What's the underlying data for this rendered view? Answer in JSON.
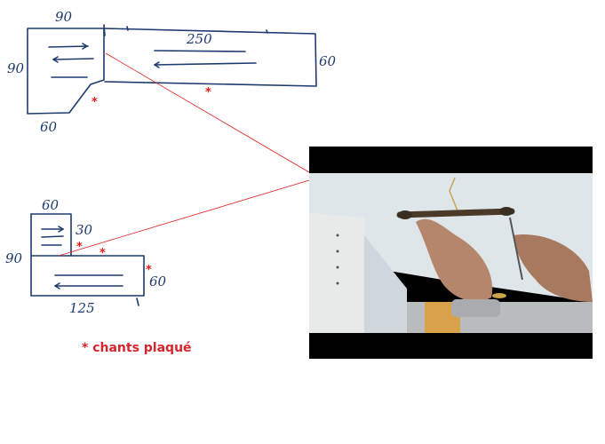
{
  "diagram": {
    "top_shape": {
      "dim_top_left": "90",
      "dim_left": "90",
      "dim_bottom_left": "60",
      "dim_top_right": "250",
      "dim_right": "60"
    },
    "bottom_shape": {
      "dim_top": "60",
      "dim_notch": "30",
      "dim_left": "90",
      "dim_right": "60",
      "dim_bottom": "125"
    },
    "star_symbol": "*"
  },
  "legend": {
    "text": "* chants plaqué"
  },
  "colors": {
    "ink": "#1e3a6e",
    "accent": "#e21b1b",
    "connector": "#e02020",
    "legend": "#d8252d"
  },
  "video": {
    "description_icon": "video-frame"
  }
}
